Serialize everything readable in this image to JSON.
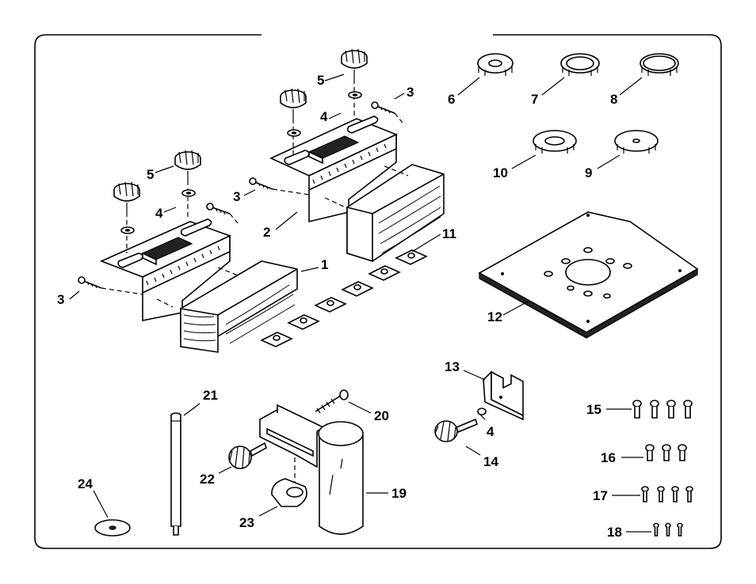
{
  "labels": {
    "p1": "1",
    "p2": "2",
    "p3a": "3",
    "p3b": "3",
    "p3c": "3",
    "p4a": "4",
    "p4b": "4",
    "p4c": "4",
    "p5a": "5",
    "p5b": "5",
    "p6": "6",
    "p7": "7",
    "p8": "8",
    "p9": "9",
    "p10": "10",
    "p11": "11",
    "p12": "12",
    "p13": "13",
    "p14": "14",
    "p15": "15",
    "p16": "16",
    "p17": "17",
    "p18": "18",
    "p19": "19",
    "p20": "20",
    "p21": "21",
    "p22": "22",
    "p23": "23",
    "p24": "24"
  }
}
